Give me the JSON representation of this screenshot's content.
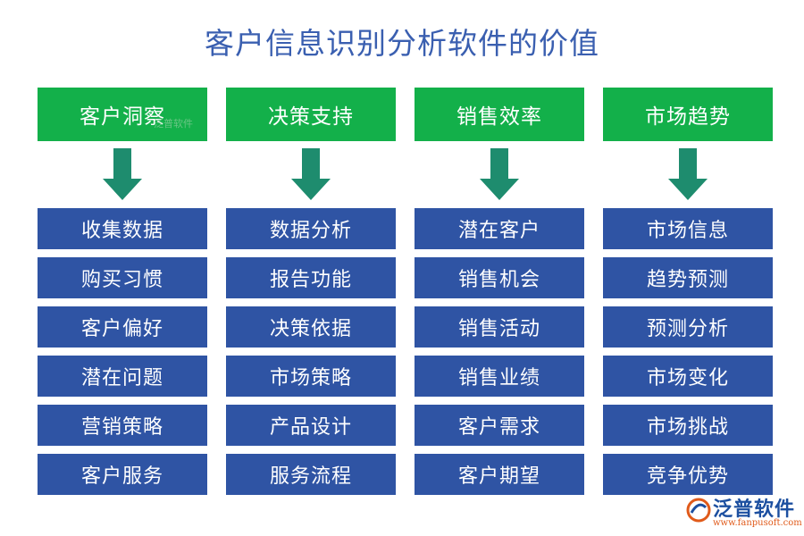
{
  "title": "客户信息识别分析软件的价值",
  "columns": [
    {
      "header": "客户洞察",
      "items": [
        "收集数据",
        "购买习惯",
        "客户偏好",
        "潜在问题",
        "营销策略",
        "客户服务"
      ]
    },
    {
      "header": "决策支持",
      "items": [
        "数据分析",
        "报告功能",
        "决策依据",
        "市场策略",
        "产品设计",
        "服务流程"
      ]
    },
    {
      "header": "销售效率",
      "items": [
        "潜在客户",
        "销售机会",
        "销售活动",
        "销售业绩",
        "客户需求",
        "客户期望"
      ]
    },
    {
      "header": "市场趋势",
      "items": [
        "市场信息",
        "趋势预测",
        "预测分析",
        "市场变化",
        "市场挑战",
        "竞争优势"
      ]
    }
  ],
  "logo": {
    "name": "泛普软件",
    "url": "www.fanpusoft.com",
    "watermark": "泛普软件"
  },
  "colors": {
    "title": "#3a5fb0",
    "header": "#13b04a",
    "item": "#2f54a4",
    "arrow": "#1e8c6e"
  }
}
